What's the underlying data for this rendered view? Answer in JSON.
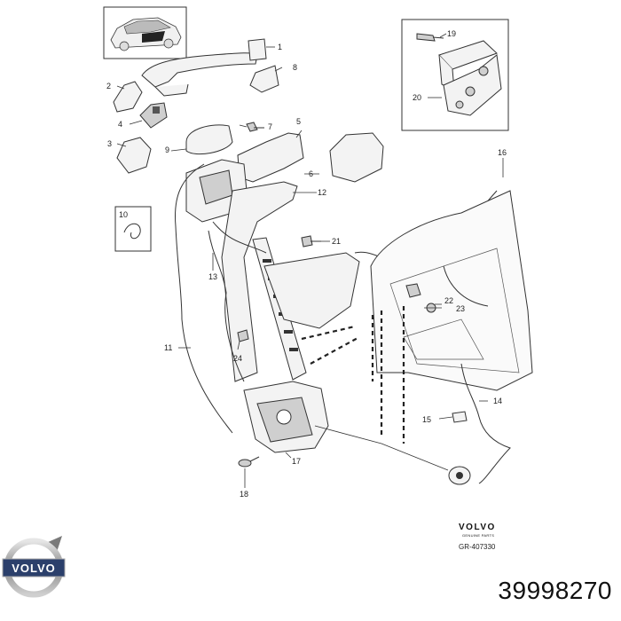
{
  "diagram": {
    "callouts": [
      "1",
      "2",
      "3",
      "4",
      "5",
      "6",
      "7",
      "8",
      "9",
      "10",
      "11",
      "12",
      "13",
      "14",
      "15",
      "16",
      "17",
      "18",
      "19",
      "20",
      "21",
      "22",
      "23",
      "24"
    ],
    "brand": "VOLVO",
    "brand_sub": "GENUINE PARTS",
    "reference": "GR-407330",
    "part_number": "39998270",
    "logo_text": "VOLVO"
  }
}
